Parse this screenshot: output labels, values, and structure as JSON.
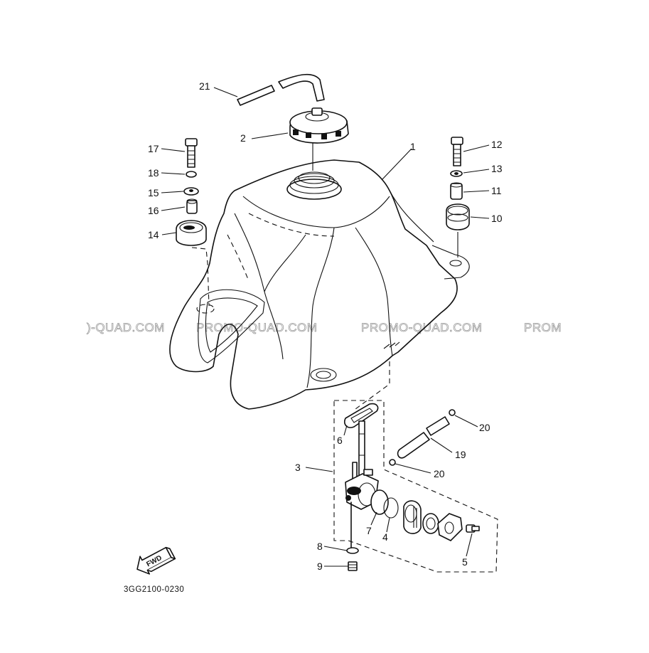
{
  "callouts": {
    "p1": "1",
    "p2": "2",
    "p3": "3",
    "p4": "4",
    "p5": "5",
    "p6": "6",
    "p7": "7",
    "p8": "8",
    "p9": "9",
    "p10": "10",
    "p11": "11",
    "p12": "12",
    "p13": "13",
    "p14": "14",
    "p15": "15",
    "p16": "16",
    "p17": "17",
    "p18": "18",
    "p19": "19",
    "p20a": "20",
    "p20b": "20",
    "p21": "21"
  },
  "watermark": {
    "w1": ")-QUAD.COM",
    "w2": "PROMO-QUAD.COM",
    "w3": "PROMO-QUAD.COM",
    "w4": "PROM"
  },
  "fwd_label": "FWD",
  "diagram_code": "3GG2100-0230",
  "colors": {
    "ink": "#111111",
    "watermark": "#9a9a9a",
    "background": "#ffffff"
  }
}
